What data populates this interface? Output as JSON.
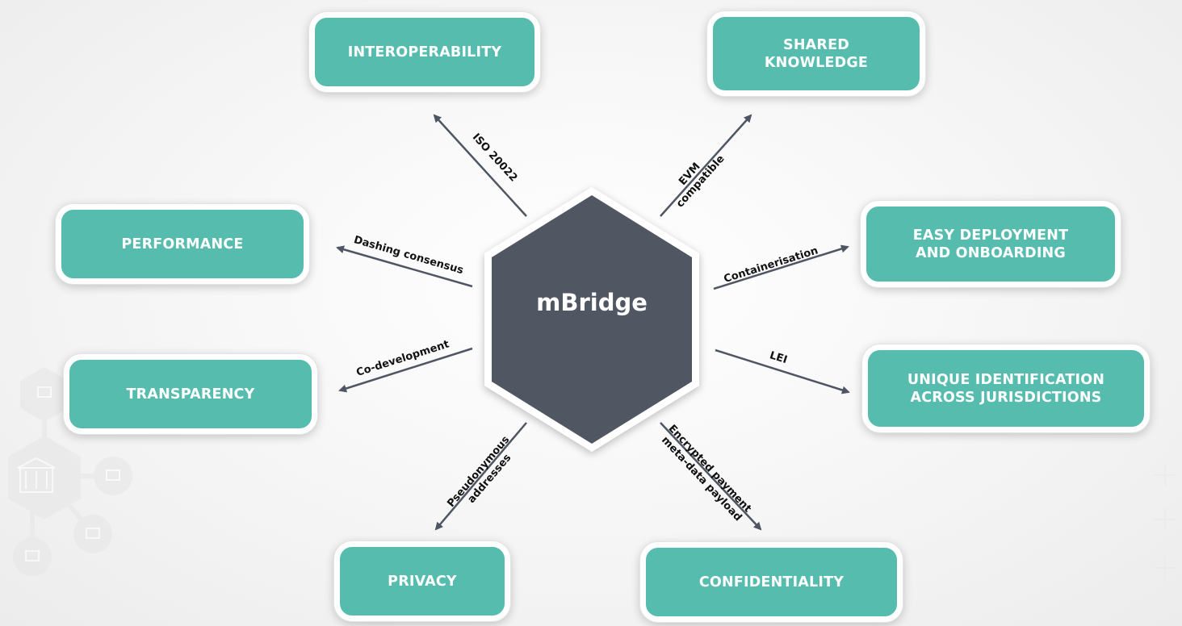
{
  "hub": {
    "label": "mBridge"
  },
  "nodes": [
    {
      "id": "interoperability",
      "label": "INTEROPERABILITY"
    },
    {
      "id": "shared-knowledge",
      "label": "SHARED\nKNOWLEDGE"
    },
    {
      "id": "performance",
      "label": "PERFORMANCE"
    },
    {
      "id": "easy-deployment",
      "label": "EASY DEPLOYMENT\nAND ONBOARDING"
    },
    {
      "id": "transparency",
      "label": "TRANSPARENCY"
    },
    {
      "id": "unique-identification",
      "label": "UNIQUE IDENTIFICATION\nACROSS JURISDICTIONS"
    },
    {
      "id": "privacy",
      "label": "PRIVACY"
    },
    {
      "id": "confidentiality",
      "label": "CONFIDENTIALITY"
    }
  ],
  "edges": [
    {
      "id": "iso",
      "target": "interoperability",
      "label": "ISO 20022"
    },
    {
      "id": "evm",
      "target": "shared-knowledge",
      "label": "EVM\ncompatible"
    },
    {
      "id": "dashing",
      "target": "performance",
      "label": "Dashing consensus"
    },
    {
      "id": "container",
      "target": "easy-deployment",
      "label": "Containerisation"
    },
    {
      "id": "codev",
      "target": "transparency",
      "label": "Co-development"
    },
    {
      "id": "lei",
      "target": "unique-identification",
      "label": "LEI"
    },
    {
      "id": "pseudo",
      "target": "privacy",
      "label": "Pseudonymous\naddresses"
    },
    {
      "id": "encrypted",
      "target": "confidentiality",
      "label": "Encrypted payment\nmeta-data payload"
    }
  ],
  "colors": {
    "node_fill": "#55bcae",
    "node_border": "#ffffff",
    "hub_fill": "#505662",
    "arrow": "#4f5663",
    "background_decoration": "#e2e2e2"
  },
  "icons": {
    "background": "bank-network-icon"
  }
}
